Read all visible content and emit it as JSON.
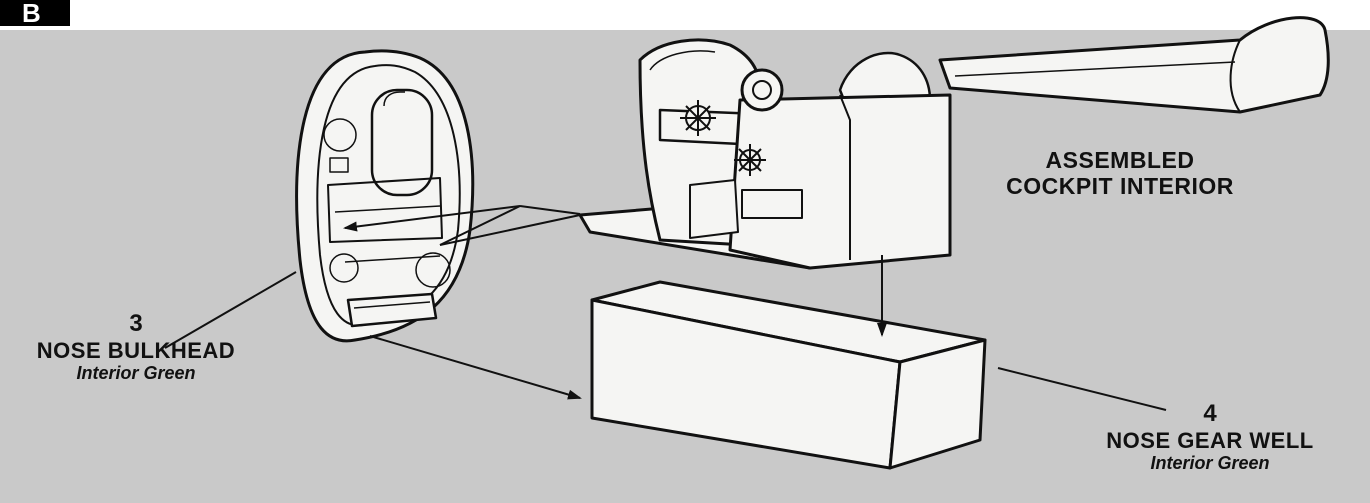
{
  "step_badge": "B",
  "colors": {
    "background": "#c9c9c9",
    "part_fill": "#f5f5f3",
    "ink": "#111111",
    "badge": "#000000"
  },
  "labels": {
    "cockpit": {
      "line1": "ASSEMBLED",
      "line2": "COCKPIT INTERIOR"
    },
    "part3": {
      "number": "3",
      "name": "NOSE BULKHEAD",
      "paint": "Interior Green"
    },
    "part4": {
      "number": "4",
      "name": "NOSE GEAR WELL",
      "paint": "Interior Green"
    }
  }
}
